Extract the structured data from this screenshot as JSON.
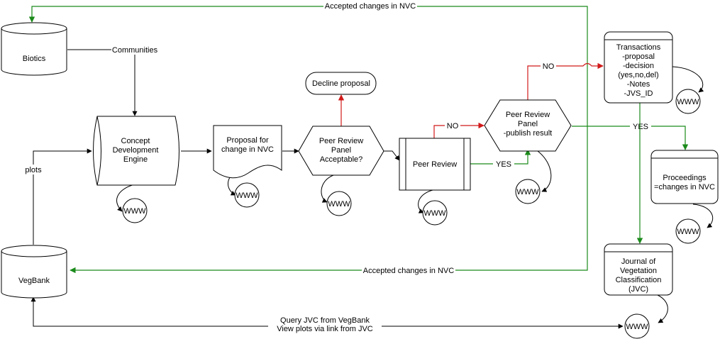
{
  "nodes": {
    "biotics": "Biotics",
    "vegbank": "VegBank",
    "engine": [
      "Concept",
      "Development",
      "Engine"
    ],
    "proposal": [
      "Proposal for",
      "change in NVC"
    ],
    "review1": [
      "Peer Review",
      "Panel",
      "Acceptable?"
    ],
    "decline": "Decline proposal",
    "peer_review": "Peer Review",
    "review2": [
      "Peer Review",
      "Panel",
      "-publish result"
    ],
    "transactions": [
      "Transactions",
      "-proposal",
      "-decision",
      "(yes,no,del)",
      "-Notes",
      "-JVS_ID"
    ],
    "proceedings": [
      "Proceedings",
      "=changes in NVC"
    ],
    "journal": [
      "Journal of",
      "Vegetation",
      "Classification",
      "(JVC)"
    ],
    "www": "WWW"
  },
  "edge_labels": {
    "top_feedback": "Accepted changes in NVC",
    "communities": "Communities",
    "plots": "plots",
    "no_upper": "NO",
    "no_lower": "NO",
    "yes_peer": "YES",
    "yes_right": "YES",
    "bottom_feedback": "Accepted changes in NVC",
    "query_line1": "Query JVC from VegBank",
    "query_line2": "View plots via link from JVC"
  },
  "colors": {
    "line": "#000000",
    "accepted": "#1a8a1a",
    "rejected": "#d11a1a"
  }
}
